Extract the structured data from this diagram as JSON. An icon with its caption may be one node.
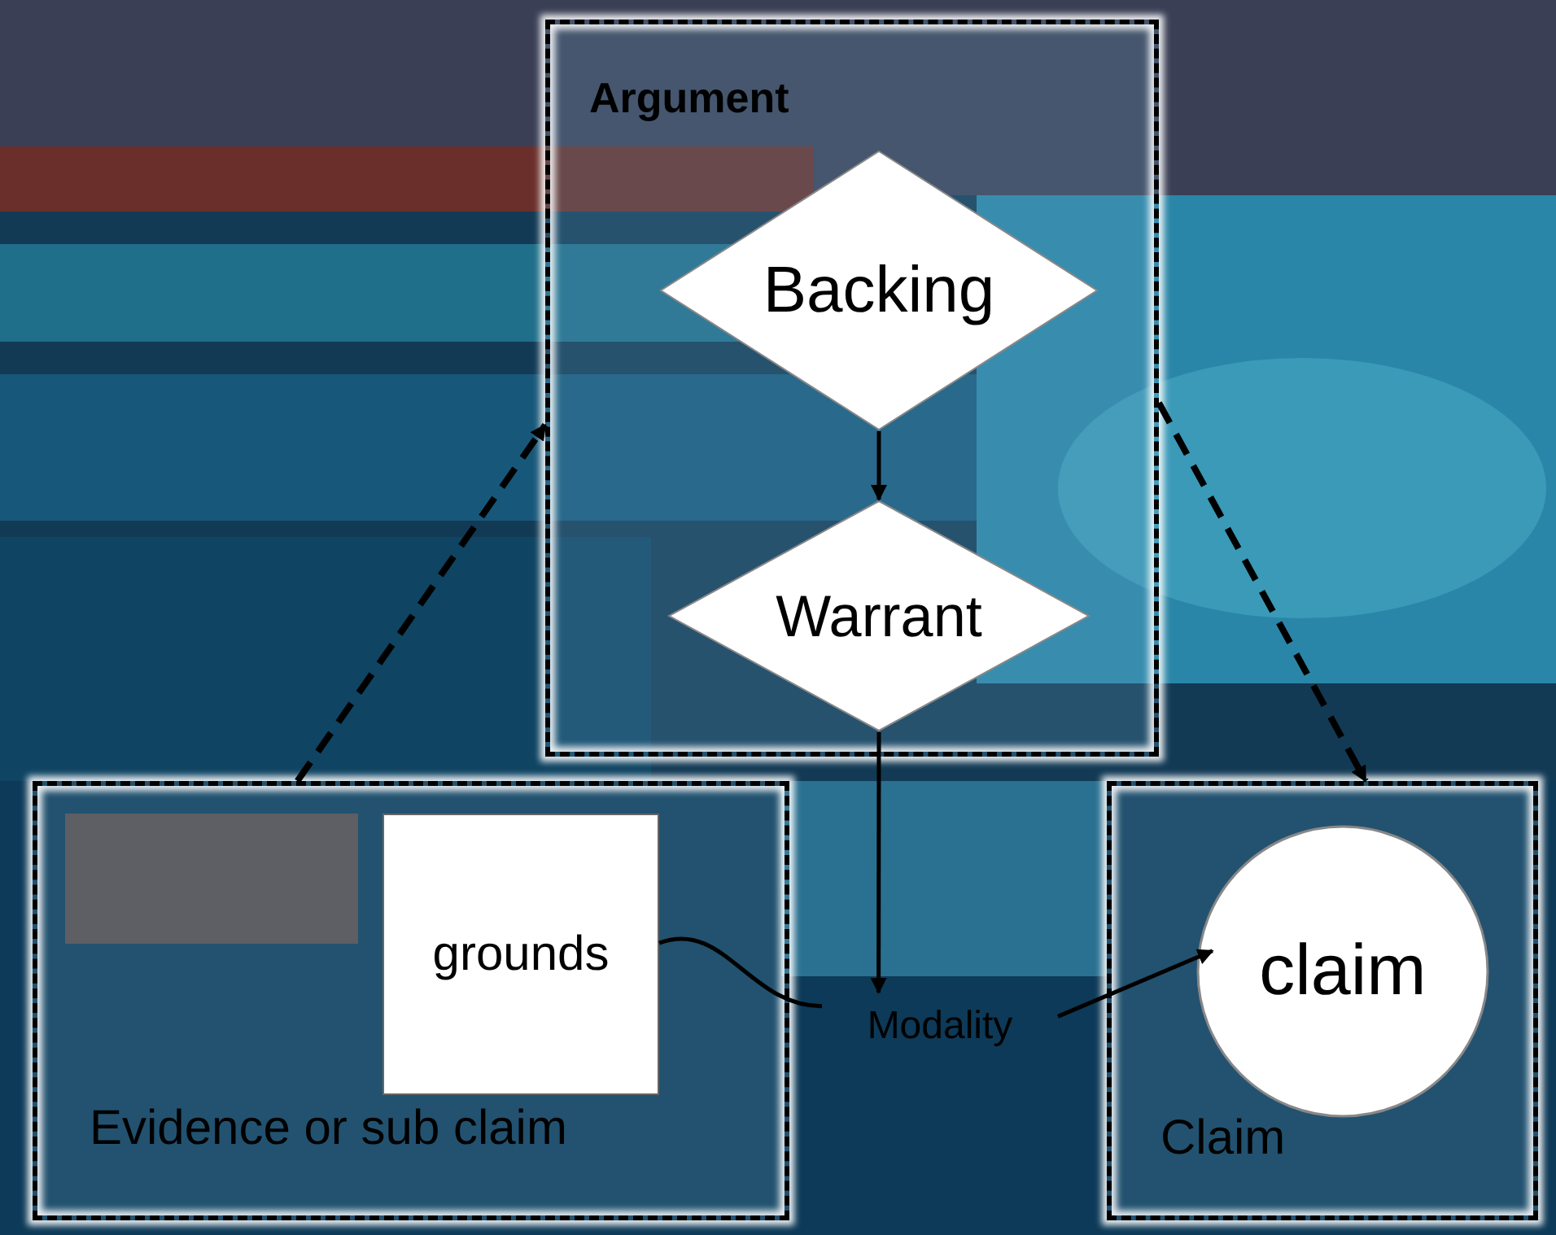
{
  "diagram": {
    "nodes": [
      {
        "text": [
          "Argument"
        ]
      },
      {
        "text": [
          "Backing"
        ],
        "in": 0
      },
      {
        "text": [
          "Warrant"
        ],
        "in": 0
      },
      {
        "text": [
          "Evidence or sub claim"
        ]
      },
      {
        "text": [
          "grounds"
        ],
        "in": 3
      },
      {
        "text": [
          "Modality"
        ]
      },
      {
        "text": [
          "Claim"
        ]
      },
      {
        "text": [
          "claim"
        ],
        "in": 6
      }
    ],
    "edges": [
      {
        "from": 1,
        "to": 2,
        "arrow": "to"
      },
      {
        "from": 2,
        "to": 5,
        "arrow": "to"
      },
      {
        "from": 4,
        "to": 5,
        "arrow": "none"
      },
      {
        "from": 5,
        "to": 7,
        "arrow": "to"
      },
      {
        "from": 3,
        "to": 0,
        "arrow": "to",
        "style": "dashed"
      },
      {
        "from": 0,
        "to": 6,
        "arrow": "to",
        "style": "dashed"
      }
    ]
  }
}
